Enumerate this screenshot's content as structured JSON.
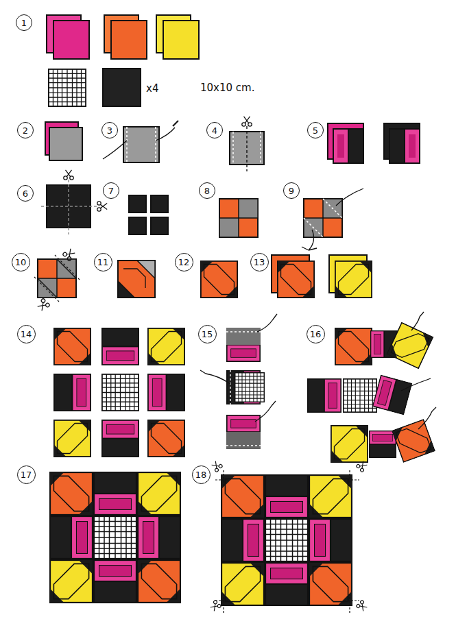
{
  "diagram": {
    "nodes": [
      {
        "text": [
          "1"
        ]
      },
      {
        "text": [
          "2"
        ]
      },
      {
        "text": [
          "3"
        ]
      },
      {
        "text": [
          "4"
        ]
      },
      {
        "text": [
          "5"
        ]
      },
      {
        "text": [
          "6"
        ]
      },
      {
        "text": [
          "7"
        ]
      },
      {
        "text": [
          "8"
        ]
      },
      {
        "text": [
          "9"
        ]
      },
      {
        "text": [
          "10"
        ]
      },
      {
        "text": [
          "11"
        ]
      },
      {
        "text": [
          "12"
        ]
      },
      {
        "text": [
          "13"
        ]
      },
      {
        "text": [
          "14"
        ]
      },
      {
        "text": [
          "15"
        ]
      },
      {
        "text": [
          "16"
        ]
      },
      {
        "text": [
          "17"
        ]
      },
      {
        "text": [
          "18"
        ]
      }
    ],
    "labels": [
      "x4",
      "10x10 cm."
    ]
  }
}
